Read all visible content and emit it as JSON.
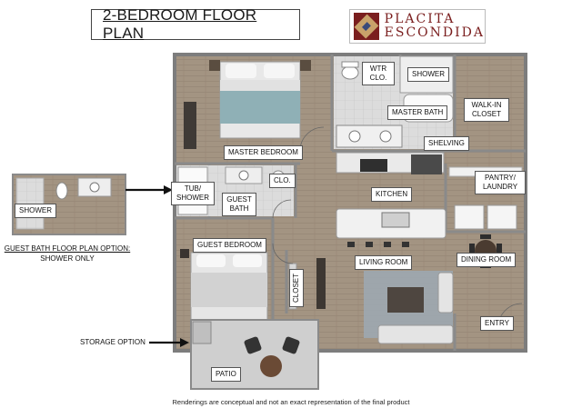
{
  "title": "2-BEDROOM FLOOR PLAN",
  "logo": {
    "line1": "PLACITA",
    "line2": "ESCONDIDA"
  },
  "rooms": {
    "master_bedroom": "MASTER BEDROOM",
    "master_bath": "MASTER BATH",
    "wtr_clo": "WTR CLO.",
    "shower": "SHOWER",
    "walk_in_closet": "WALK-IN CLOSET",
    "shelving": "SHELVING",
    "kitchen": "KITCHEN",
    "pantry_laundry": "PANTRY/ LAUNDRY",
    "tub_shower": "TUB/ SHOWER",
    "guest_bath": "GUEST BATH",
    "clo": "CLO.",
    "guest_bedroom": "GUEST BEDROOM",
    "closet": "CLOSET",
    "living_room": "LIVING ROOM",
    "dining_room": "DINING ROOM",
    "entry": "ENTRY",
    "patio": "PATIO"
  },
  "option": {
    "shower": "SHOWER",
    "caption_line1": "GUEST BATH FLOOR PLAN OPTION:",
    "caption_line2": "SHOWER ONLY",
    "storage": "STORAGE OPTION"
  },
  "footer": "Renderings are conceptual and not an exact representation of the final product",
  "colors": {
    "floor": "#a39482",
    "wall": "#8a8a8a",
    "tile": "#d8d8d8",
    "patio": "#cfcfcf",
    "accent": "#7a1e1e"
  }
}
